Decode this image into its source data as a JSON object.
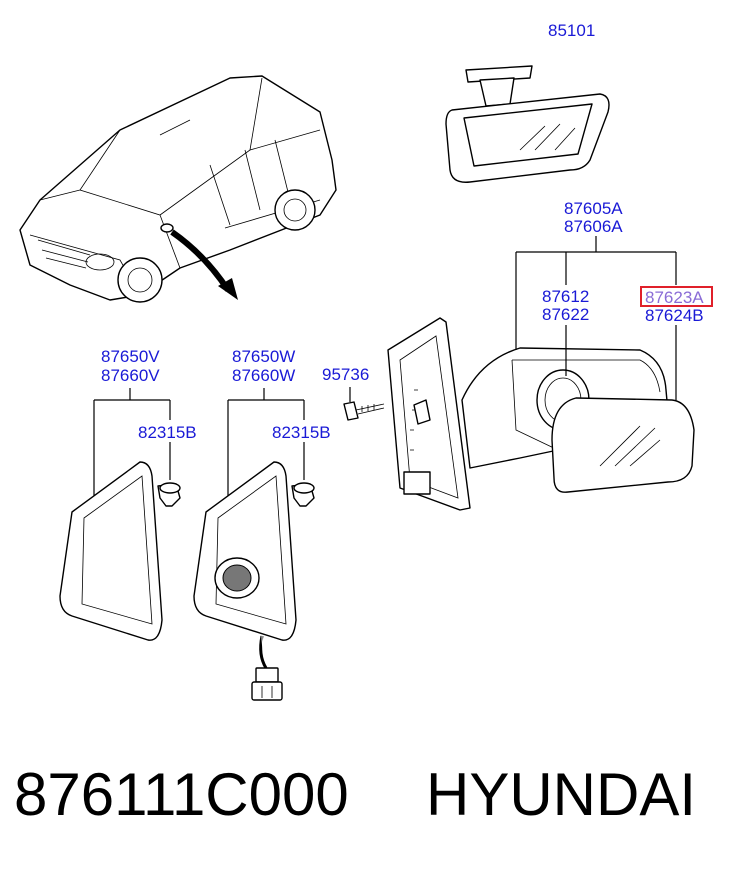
{
  "labels": {
    "rearview_mirror": "85101",
    "outside_mirror_assy_1": "87605A",
    "outside_mirror_assy_2": "87606A",
    "mirror_holder_1": "87612",
    "mirror_holder_2": "87622",
    "mirror_glass_1": "87623A",
    "mirror_glass_2": "87624B",
    "screw": "95736",
    "garnish_left_1": "87650V",
    "garnish_left_2": "87660V",
    "garnish_right_1": "87650W",
    "garnish_right_2": "87660W",
    "clip_left": "82315B",
    "clip_right": "82315B"
  },
  "footer": {
    "part_number": "876111C000",
    "brand": "HYUNDAI"
  },
  "colors": {
    "label": "#1a1ad6",
    "highlight_box": "#e0202a",
    "highlight_text": "#8a6cd6"
  }
}
